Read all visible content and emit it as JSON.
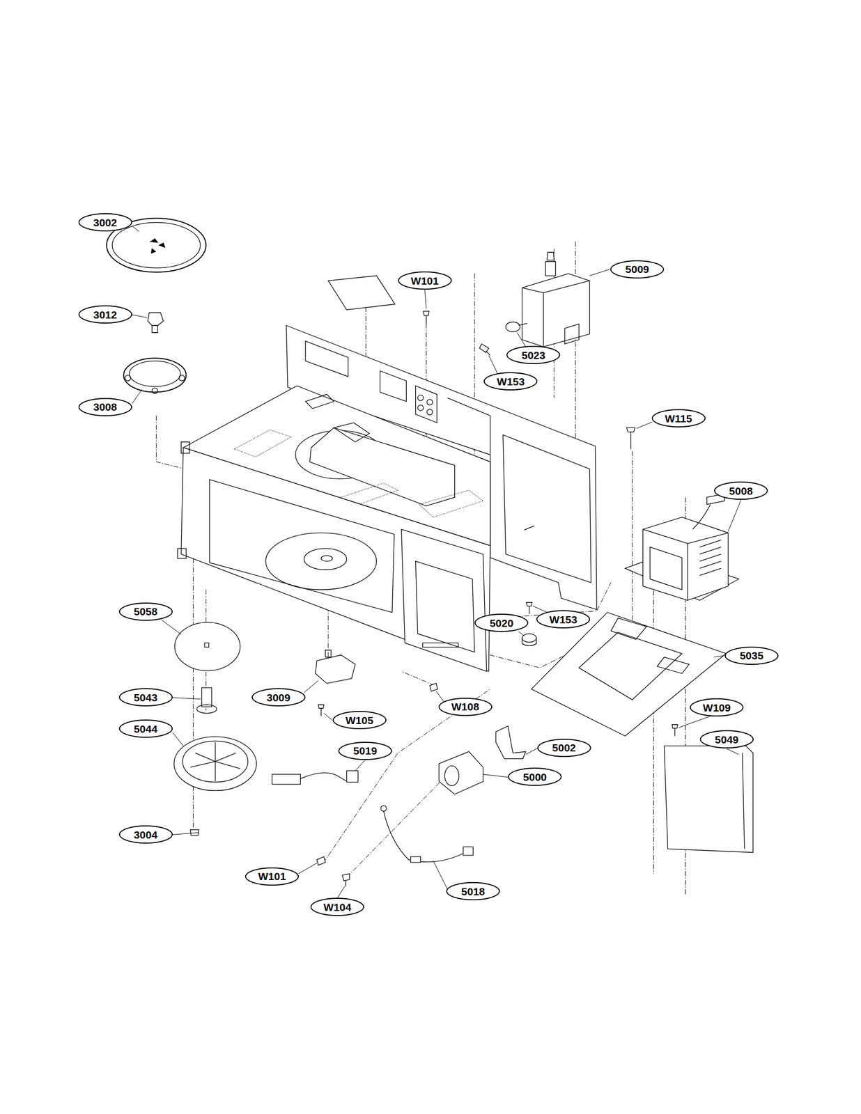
{
  "diagram": {
    "nodes": [
      {
        "text": [
          "3002"
        ]
      },
      {
        "text": [
          "5009"
        ]
      },
      {
        "text": [
          "W101"
        ]
      },
      {
        "text": [
          "3012"
        ]
      },
      {
        "text": [
          "5023"
        ]
      },
      {
        "text": [
          "W153"
        ]
      },
      {
        "text": [
          "3008"
        ]
      },
      {
        "text": [
          "W115"
        ]
      },
      {
        "text": [
          "5008"
        ]
      },
      {
        "text": [
          "5058"
        ]
      },
      {
        "text": [
          "W153"
        ]
      },
      {
        "text": [
          "5020"
        ]
      },
      {
        "text": [
          "5035"
        ]
      },
      {
        "text": [
          "5043"
        ]
      },
      {
        "text": [
          "3009"
        ]
      },
      {
        "text": [
          "W108"
        ]
      },
      {
        "text": [
          "W109"
        ]
      },
      {
        "text": [
          "W105"
        ]
      },
      {
        "text": [
          "5044"
        ]
      },
      {
        "text": [
          "5049"
        ]
      },
      {
        "text": [
          "5002"
        ]
      },
      {
        "text": [
          "5019"
        ]
      },
      {
        "text": [
          "5000"
        ]
      },
      {
        "text": [
          "3004"
        ]
      },
      {
        "text": [
          "W101"
        ]
      },
      {
        "text": [
          "5018"
        ]
      },
      {
        "text": [
          "W104"
        ]
      }
    ]
  }
}
